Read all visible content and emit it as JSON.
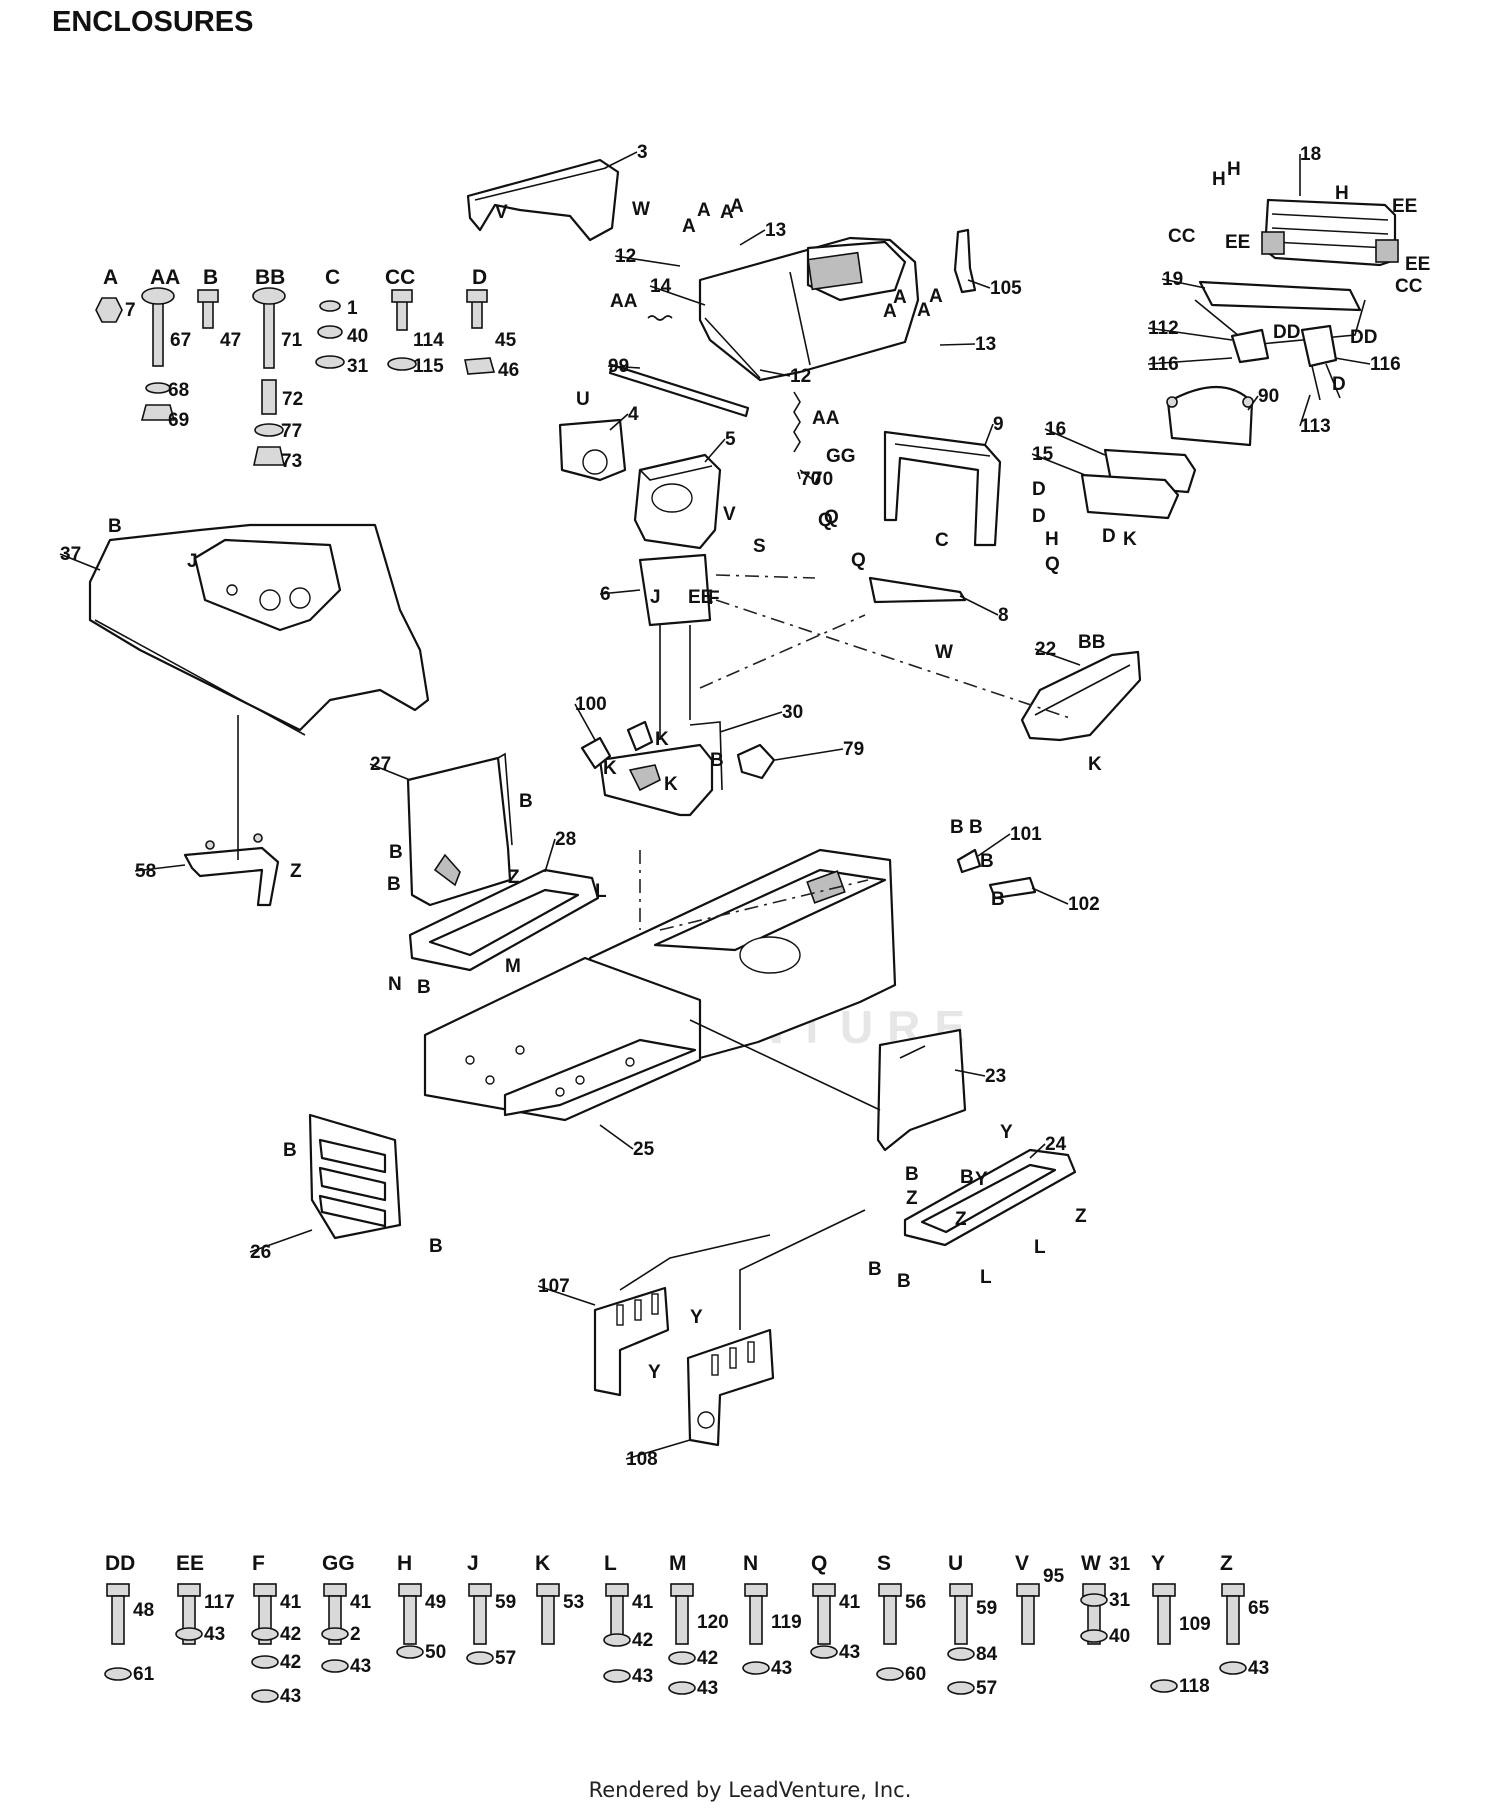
{
  "title": "ENCLOSURES",
  "footer": "Rendered by LeadVenture, Inc.",
  "watermark": "LEADVENTURE",
  "callouts": [
    {
      "id": "c3",
      "t": "3"
    },
    {
      "id": "c13a",
      "t": "13"
    },
    {
      "id": "c12a",
      "t": "12"
    },
    {
      "id": "c14",
      "t": "14"
    },
    {
      "id": "c105",
      "t": "105"
    },
    {
      "id": "c13b",
      "t": "13"
    },
    {
      "id": "c12b",
      "t": "12"
    },
    {
      "id": "c70a",
      "t": "70"
    },
    {
      "id": "c99",
      "t": "99"
    },
    {
      "id": "c4",
      "t": "4"
    },
    {
      "id": "c5",
      "t": "5"
    },
    {
      "id": "c70b",
      "t": "70"
    },
    {
      "id": "c9",
      "t": "9"
    },
    {
      "id": "c18",
      "t": "18"
    },
    {
      "id": "c19",
      "t": "19"
    },
    {
      "id": "c112",
      "t": "112"
    },
    {
      "id": "c116a",
      "t": "116"
    },
    {
      "id": "c116b",
      "t": "116"
    },
    {
      "id": "c113",
      "t": "113"
    },
    {
      "id": "c90",
      "t": "90"
    },
    {
      "id": "c16",
      "t": "16"
    },
    {
      "id": "c15",
      "t": "15"
    },
    {
      "id": "c37",
      "t": "37"
    },
    {
      "id": "c6",
      "t": "6"
    },
    {
      "id": "c8",
      "t": "8"
    },
    {
      "id": "c22",
      "t": "22"
    },
    {
      "id": "c100",
      "t": "100"
    },
    {
      "id": "c30",
      "t": "30"
    },
    {
      "id": "c79",
      "t": "79"
    },
    {
      "id": "c27",
      "t": "27"
    },
    {
      "id": "c58",
      "t": "58"
    },
    {
      "id": "c28",
      "t": "28"
    },
    {
      "id": "c101",
      "t": "101"
    },
    {
      "id": "c102",
      "t": "102"
    },
    {
      "id": "c23",
      "t": "23"
    },
    {
      "id": "c25",
      "t": "25"
    },
    {
      "id": "c24",
      "t": "24"
    },
    {
      "id": "c26",
      "t": "26"
    },
    {
      "id": "c107",
      "t": "107"
    },
    {
      "id": "c108",
      "t": "108"
    }
  ],
  "letters": [
    {
      "t": "W"
    },
    {
      "t": "V"
    },
    {
      "t": "A"
    },
    {
      "t": "A"
    },
    {
      "t": "A"
    },
    {
      "t": "A"
    },
    {
      "t": "AA"
    },
    {
      "t": "A"
    },
    {
      "t": "A"
    },
    {
      "t": "A"
    },
    {
      "t": "A"
    },
    {
      "t": "AA"
    },
    {
      "t": "U"
    },
    {
      "t": "V"
    },
    {
      "t": "GG"
    },
    {
      "t": "Q"
    },
    {
      "t": "C"
    },
    {
      "t": "Q"
    },
    {
      "t": "Q"
    },
    {
      "t": "H"
    },
    {
      "t": "H"
    },
    {
      "t": "H"
    },
    {
      "t": "H"
    },
    {
      "t": "EE"
    },
    {
      "t": "CC"
    },
    {
      "t": "EE"
    },
    {
      "t": "EE"
    },
    {
      "t": "CC"
    },
    {
      "t": "DD"
    },
    {
      "t": "DD"
    },
    {
      "t": "D"
    },
    {
      "t": "D"
    },
    {
      "t": "D"
    },
    {
      "t": "D"
    },
    {
      "t": "K"
    },
    {
      "t": "B"
    },
    {
      "t": "J"
    },
    {
      "t": "J"
    },
    {
      "t": "EE"
    },
    {
      "t": "F"
    },
    {
      "t": "S"
    },
    {
      "t": "Q"
    },
    {
      "t": "W"
    },
    {
      "t": "BB"
    },
    {
      "t": "K"
    },
    {
      "t": "K"
    },
    {
      "t": "K"
    },
    {
      "t": "K"
    },
    {
      "t": "B"
    },
    {
      "t": "B"
    },
    {
      "t": "B"
    },
    {
      "t": "B"
    },
    {
      "t": "Z"
    },
    {
      "t": "Z"
    },
    {
      "t": "L"
    },
    {
      "t": "M"
    },
    {
      "t": "N"
    },
    {
      "t": "B"
    },
    {
      "t": "B"
    },
    {
      "t": "B"
    },
    {
      "t": "B"
    },
    {
      "t": "B"
    },
    {
      "t": "B"
    },
    {
      "t": "B"
    },
    {
      "t": "B"
    },
    {
      "t": "B"
    },
    {
      "t": "Z"
    },
    {
      "t": "Z"
    },
    {
      "t": "Z"
    },
    {
      "t": "L"
    },
    {
      "t": "L"
    },
    {
      "t": "B"
    },
    {
      "t": "B"
    },
    {
      "t": "Y"
    },
    {
      "t": "Y"
    },
    {
      "t": "Y"
    },
    {
      "t": "Y"
    }
  ],
  "hardware_top": [
    {
      "letter": "A",
      "parts": [
        "7"
      ]
    },
    {
      "letter": "AA",
      "parts": [
        "67",
        "68",
        "69"
      ]
    },
    {
      "letter": "B",
      "parts": [
        "47"
      ]
    },
    {
      "letter": "BB",
      "parts": [
        "71",
        "72",
        "77",
        "73"
      ]
    },
    {
      "letter": "C",
      "parts": [
        "1",
        "40",
        "31"
      ]
    },
    {
      "letter": "CC",
      "parts": [
        "114",
        "115"
      ]
    },
    {
      "letter": "D",
      "parts": [
        "45",
        "46"
      ]
    }
  ],
  "hardware_bottom": [
    {
      "letter": "DD",
      "parts": [
        "48",
        "61"
      ]
    },
    {
      "letter": "EE",
      "parts": [
        "117",
        "43"
      ]
    },
    {
      "letter": "F",
      "parts": [
        "41",
        "42",
        "42",
        "43"
      ]
    },
    {
      "letter": "GG",
      "parts": [
        "41",
        "2",
        "43"
      ]
    },
    {
      "letter": "H",
      "parts": [
        "49",
        "50"
      ]
    },
    {
      "letter": "J",
      "parts": [
        "59",
        "57"
      ]
    },
    {
      "letter": "K",
      "parts": [
        "53"
      ]
    },
    {
      "letter": "L",
      "parts": [
        "41",
        "42",
        "43"
      ]
    },
    {
      "letter": "M",
      "parts": [
        "120",
        "42",
        "43"
      ]
    },
    {
      "letter": "N",
      "parts": [
        "119",
        "43"
      ]
    },
    {
      "letter": "Q",
      "parts": [
        "41",
        "43"
      ]
    },
    {
      "letter": "S",
      "parts": [
        "56",
        "60"
      ]
    },
    {
      "letter": "U",
      "parts": [
        "59",
        "84",
        "57"
      ]
    },
    {
      "letter": "V",
      "parts": [
        "95"
      ]
    },
    {
      "letter": "W",
      "parts": [
        "31",
        "31",
        "40"
      ]
    },
    {
      "letter": "Y",
      "parts": [
        "109",
        "118"
      ]
    },
    {
      "letter": "Z",
      "parts": [
        "65",
        "43"
      ]
    }
  ]
}
